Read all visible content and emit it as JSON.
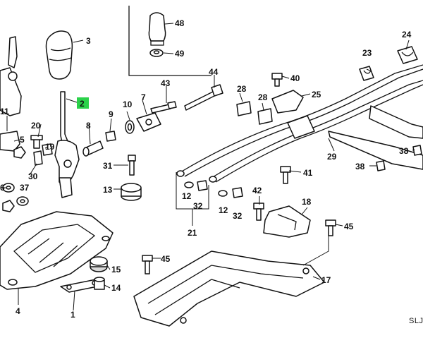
{
  "diagram": {
    "diagram_code": "SLJ",
    "highlight_color": "#2bd24a",
    "line_color": "#111111",
    "callouts": {
      "c1": "1",
      "c2": "2",
      "c3": "3",
      "c4": "4",
      "c5": "5",
      "c6": "6",
      "c7": "7",
      "c8": "8",
      "c9": "9",
      "c10": "10",
      "c11": "11",
      "c12a": "12",
      "c12b": "12",
      "c13": "13",
      "c14": "14",
      "c15": "15",
      "c17": "17",
      "c18": "18",
      "c19": "19",
      "c20": "20",
      "c21": "21",
      "c23": "23",
      "c24": "24",
      "c25": "25",
      "c28a": "28",
      "c28b": "28",
      "c29": "29",
      "c30": "30",
      "c31": "31",
      "c32a": "32",
      "c32b": "32",
      "c37": "37",
      "c38a": "38",
      "c38b": "38",
      "c40": "40",
      "c41": "41",
      "c42": "42",
      "c43": "43",
      "c44": "44",
      "c45a": "45",
      "c45b": "45",
      "c48": "48",
      "c49": "49"
    }
  }
}
